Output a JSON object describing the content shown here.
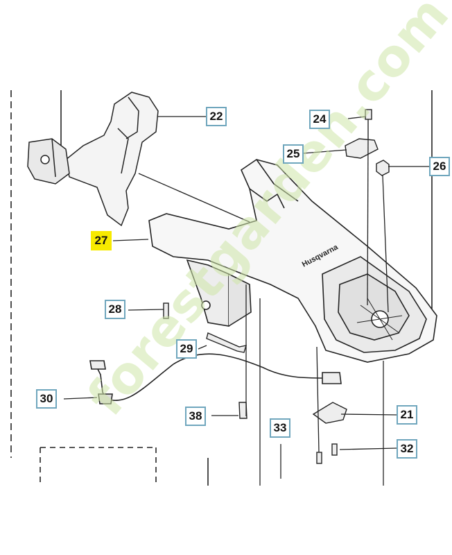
{
  "watermark": "forestgarden.com",
  "callouts": [
    {
      "id": "22",
      "label": "22",
      "highlight": false
    },
    {
      "id": "24",
      "label": "24",
      "highlight": false
    },
    {
      "id": "25",
      "label": "25",
      "highlight": false
    },
    {
      "id": "26",
      "label": "26",
      "highlight": false
    },
    {
      "id": "27",
      "label": "27",
      "highlight": true
    },
    {
      "id": "28",
      "label": "28",
      "highlight": false
    },
    {
      "id": "29",
      "label": "29",
      "highlight": false
    },
    {
      "id": "30",
      "label": "30",
      "highlight": false
    },
    {
      "id": "38",
      "label": "38",
      "highlight": false
    },
    {
      "id": "33",
      "label": "33",
      "highlight": false
    },
    {
      "id": "21",
      "label": "21",
      "highlight": false
    },
    {
      "id": "32",
      "label": "32",
      "highlight": false
    }
  ],
  "colors": {
    "callout_border": "#6fa6bd",
    "highlight": "#f7ea00",
    "line": "#222222",
    "watermark": "#cfe6a8"
  }
}
